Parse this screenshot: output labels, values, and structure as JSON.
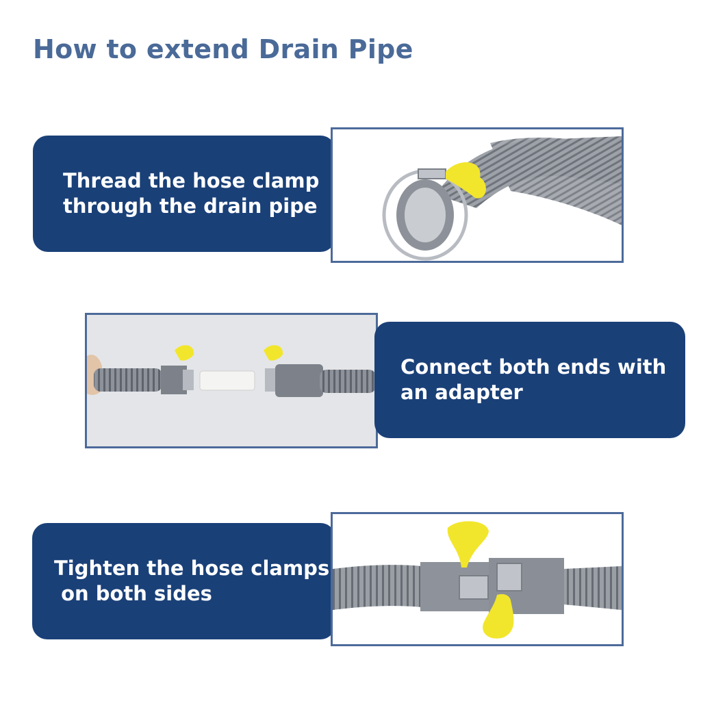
{
  "page": {
    "title": "How to extend Drain Pipe"
  },
  "steps": [
    {
      "line1": "Thread the hose clamp",
      "line2": "through the drain pipe"
    },
    {
      "line1": "Connect both ends with",
      "line2": "an adapter"
    },
    {
      "line1": "Tighten the hose clamps",
      "line2": " on both sides"
    }
  ],
  "colors": {
    "title": "#4a6a98",
    "card": "#1a4078",
    "frame": "#4c6a9a",
    "hose": "#8e939b",
    "key": "#f2e62c"
  },
  "icons": [
    "hose-photo-1",
    "hose-photo-2",
    "hose-photo-3"
  ]
}
